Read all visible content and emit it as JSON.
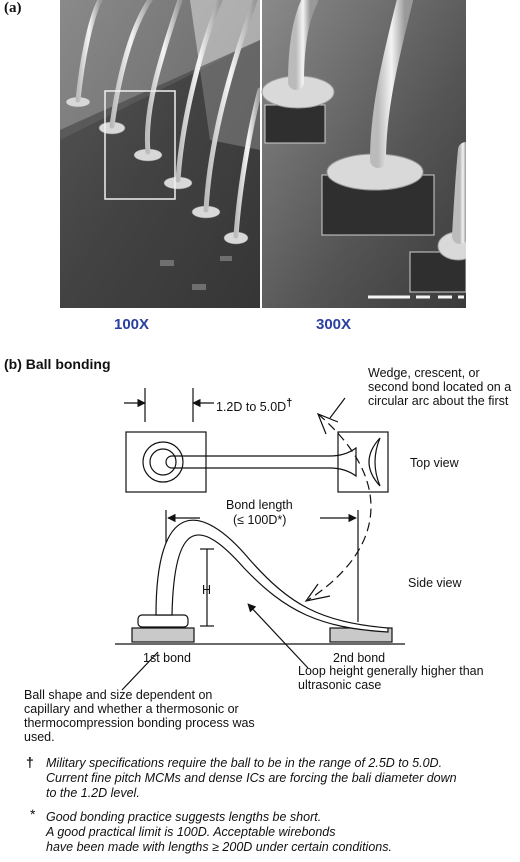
{
  "part_a": {
    "label": "(a)",
    "magnifications": [
      "100X",
      "300X"
    ]
  },
  "part_b": {
    "label": "(b) Ball bonding",
    "pitch_label": "1.2D to 5.0D",
    "pitch_mark": "†",
    "wedge_note": "Wedge, crescent, or second bond located on a circular arc about the first",
    "top_view": "Top view",
    "bond_length_line1": "Bond length",
    "bond_length_line2": "(≤ 100D*)",
    "side_view": "Side view",
    "height_label": "H",
    "first_bond": "1st bond",
    "second_bond": "2nd bond",
    "loop_note": "Loop height generally higher than ultrasonic case",
    "ball_note": "Ball shape and size dependent on capillary and whether a thermosonic or thermocompression bonding process was used."
  },
  "footnotes": [
    {
      "mark": "†",
      "lines": [
        "Military specifications require the ball to be in the range of 2.5D to 5.0D.",
        "Current fine pitch MCMs and dense ICs are forcing the bali diameter down",
        "to the 1.2D level."
      ]
    },
    {
      "mark": "*",
      "lines": [
        "Good bonding practice suggests lengths be short.",
        "A good practical limit is 100D. Acceptable wirebonds",
        "have been made with lengths ≥ 200D under certain conditions."
      ]
    }
  ]
}
